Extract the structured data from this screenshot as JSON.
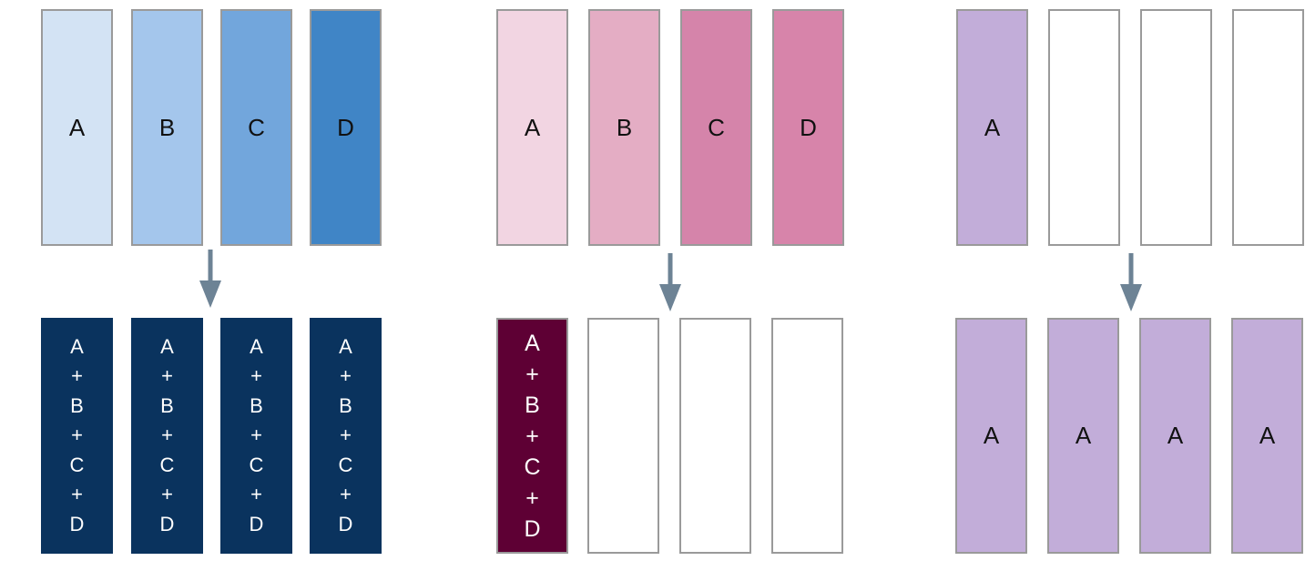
{
  "colors": {
    "blue_a": "#d3e3f4",
    "blue_b": "#a4c6ec",
    "blue_c": "#72a6dc",
    "blue_d": "#4085c6",
    "blue_result": "#0a335e",
    "pink_a": "#f2d5e2",
    "pink_b": "#e4adc4",
    "pink_c": "#d584aa",
    "pink_d": "#d784aa",
    "pink_result": "#5e0034",
    "purple": "#c2add9",
    "empty": "#ffffff",
    "arrow": "#6d8395",
    "border": "#9a9a9a"
  },
  "allreduce": {
    "inputs": [
      "A",
      "B",
      "C",
      "D"
    ],
    "outputs": [
      [
        "A",
        "+",
        "B",
        "+",
        "C",
        "+",
        "D"
      ],
      [
        "A",
        "+",
        "B",
        "+",
        "C",
        "+",
        "D"
      ],
      [
        "A",
        "+",
        "B",
        "+",
        "C",
        "+",
        "D"
      ],
      [
        "A",
        "+",
        "B",
        "+",
        "C",
        "+",
        "D"
      ]
    ]
  },
  "reduce": {
    "inputs": [
      "A",
      "B",
      "C",
      "D"
    ],
    "output": [
      "A",
      "+",
      "B",
      "+",
      "C",
      "+",
      "D"
    ]
  },
  "broadcast": {
    "input": "A",
    "outputs": [
      "A",
      "A",
      "A",
      "A"
    ]
  }
}
